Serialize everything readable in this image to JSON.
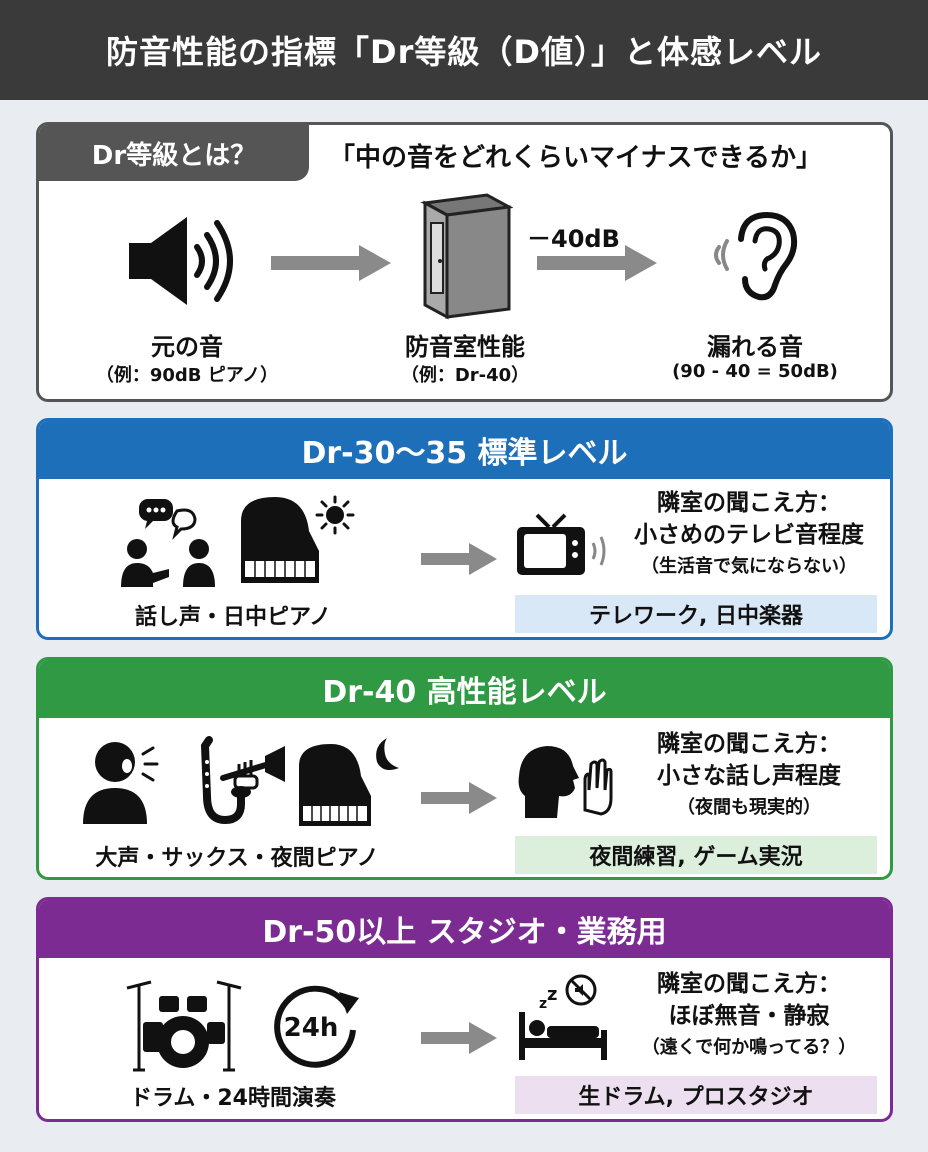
{
  "title": "防音性能の指標「Dr等級（D値）」と体感レベル",
  "intro": {
    "tag": "Dr等級とは？",
    "tagline": "「中の音をどれくらいマイナスできるか」",
    "source_label": "元の音",
    "source_example": "（例：90dB ピアノ）",
    "room_label": "防音室性能",
    "room_example": "（例：Dr-40）",
    "reduction": "－40dB",
    "leak_label": "漏れる音",
    "leak_calc": "(90 - 40 = 50dB)",
    "icons": [
      "speaker-icon",
      "arrow-icon",
      "booth-icon",
      "arrow-icon",
      "ear-icon"
    ]
  },
  "levels": [
    {
      "header": "Dr-30〜35  標準レベル",
      "color": "#1c6fb8",
      "sources": "話し声・日中ピアノ",
      "hear_title": "隣室の聞こえ方：",
      "hear_main": "小さめのテレビ音程度",
      "hear_note": "（生活音で気にならない）",
      "use": "テレワーク, 日中楽器",
      "icons": [
        "people-talking-icon",
        "piano-sun-icon",
        "tv-icon"
      ]
    },
    {
      "header": "Dr-40  高性能レベル",
      "color": "#2f9a43",
      "sources": "大声・サックス・夜間ピアノ",
      "hear_title": "隣室の聞こえ方：",
      "hear_main": "小さな話し声程度",
      "hear_note": "（夜間も現実的）",
      "use": "夜間練習, ゲーム実況",
      "icons": [
        "shouting-person-icon",
        "sax-trumpet-icon",
        "piano-moon-icon",
        "whisper-icon"
      ]
    },
    {
      "header": "Dr-50以上 スタジオ・業務用",
      "color": "#7b2b92",
      "sources": "ドラム・24時間演奏",
      "hear_title": "隣室の聞こえ方：",
      "hear_main": "ほぼ無音・静寂",
      "hear_note": "（遠くで何か鳴ってる？）",
      "use": "生ドラム, プロスタジオ",
      "icons": [
        "drum-kit-icon",
        "clock-24h-icon",
        "sleeping-icon"
      ],
      "clock_text": "24h"
    }
  ]
}
